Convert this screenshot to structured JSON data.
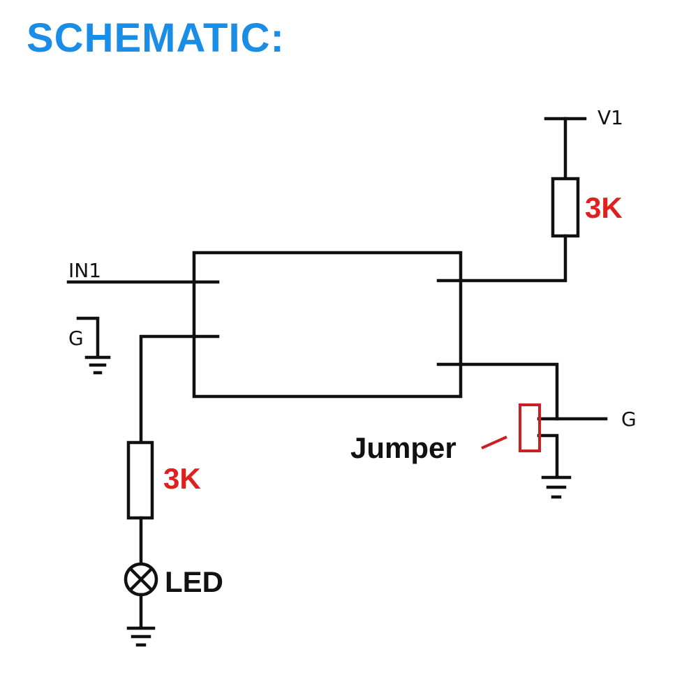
{
  "title": "SCHEMATIC:",
  "labels": {
    "in1": "IN1",
    "gnd_left": "G",
    "v1": "V1",
    "gnd_right": "G",
    "resistor_top": "3K",
    "resistor_bottom": "3K",
    "led": "LED",
    "jumper": "Jumper"
  },
  "colors": {
    "title": "#1a8ee6",
    "resistor_value": "#e0201e",
    "jumper": "#cc1f1f",
    "line": "#111111",
    "text": "#111111"
  }
}
